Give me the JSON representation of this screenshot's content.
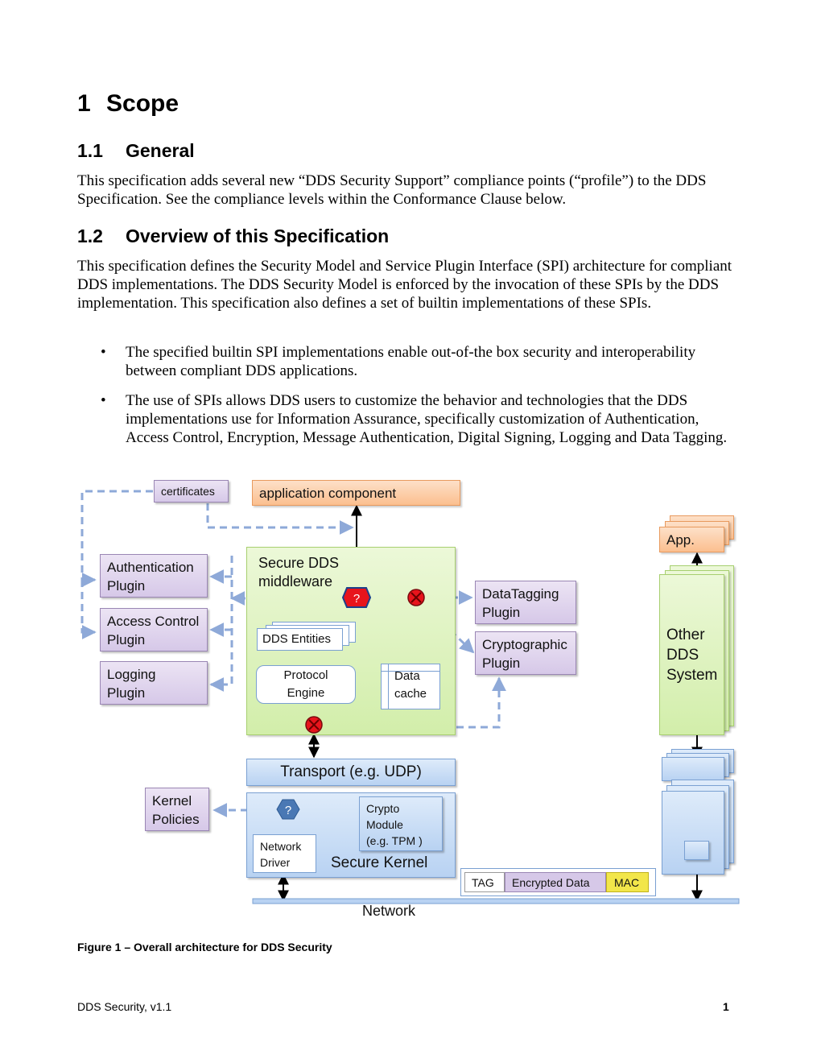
{
  "heading": {
    "number": "1",
    "title": "Scope"
  },
  "section_general": {
    "number": "1.1",
    "title": "General",
    "text": "This specification adds several new “DDS Security Support” compliance points (“profile”) to the DDS Specification. See the compliance levels within the Conformance Clause below."
  },
  "section_overview": {
    "number": "1.2",
    "title": "Overview of this Specification",
    "text": "This specification defines the Security Model and Service Plugin Interface (SPI) architecture for compliant DDS implementations. The DDS Security Model is enforced by the invocation of these SPIs by the DDS implementation. This specification also defines a set of builtin implementations of these SPIs.",
    "bullets": [
      "The specified builtin SPI implementations enable out-of-the box security and interoperability between compliant DDS applications.",
      "The use of SPIs allows DDS users to customize the behavior and technologies that the DDS implementations use for Information Assurance, specifically customization of Authentication, Access Control, Encryption, Message Authentication, Digital Signing, Logging and Data Tagging."
    ]
  },
  "diagram": {
    "certificates": "certificates",
    "application_component": "application component",
    "authentication_plugin": [
      "Authentication",
      "Plugin"
    ],
    "access_control_plugin": [
      "Access Control",
      "Plugin"
    ],
    "logging_plugin": [
      "Logging",
      "Plugin"
    ],
    "secure_dds_middleware": [
      "Secure DDS",
      "middleware"
    ],
    "dds_entities": "DDS Entities",
    "protocol_engine": [
      "Protocol",
      "Engine"
    ],
    "data_cache": [
      "Data",
      "cache"
    ],
    "datatagging_plugin": [
      "DataTagging",
      "Plugin"
    ],
    "cryptographic_plugin": [
      "Cryptographic",
      "Plugin"
    ],
    "transport": "Transport (e.g. UDP)",
    "kernel_policies": [
      "Kernel",
      "Policies"
    ],
    "crypto_module": [
      "Crypto",
      "Module",
      "(e.g. TPM )"
    ],
    "network_driver": [
      "Network",
      "Driver"
    ],
    "secure_kernel": "Secure Kernel",
    "network": "Network",
    "app": "App.",
    "other_dds_system": [
      "Other",
      "DDS",
      "System"
    ],
    "question_mark": "?",
    "message_format": {
      "tag": "TAG",
      "encrypted": "Encrypted Data",
      "mac": "MAC"
    },
    "colors": {
      "purple": "#d6c8e8",
      "orange": "#fbbf8f",
      "green": "#d2eeaa",
      "blue": "#b8d2f2",
      "mac_yellow": "#f2e64a",
      "red_node": "#e8141c",
      "arrow_dashed": "#8ea9d8"
    }
  },
  "figure_caption": "Figure 1 – Overall architecture for DDS Security",
  "footer": {
    "left": "DDS Security, v1.1",
    "page": "1"
  }
}
